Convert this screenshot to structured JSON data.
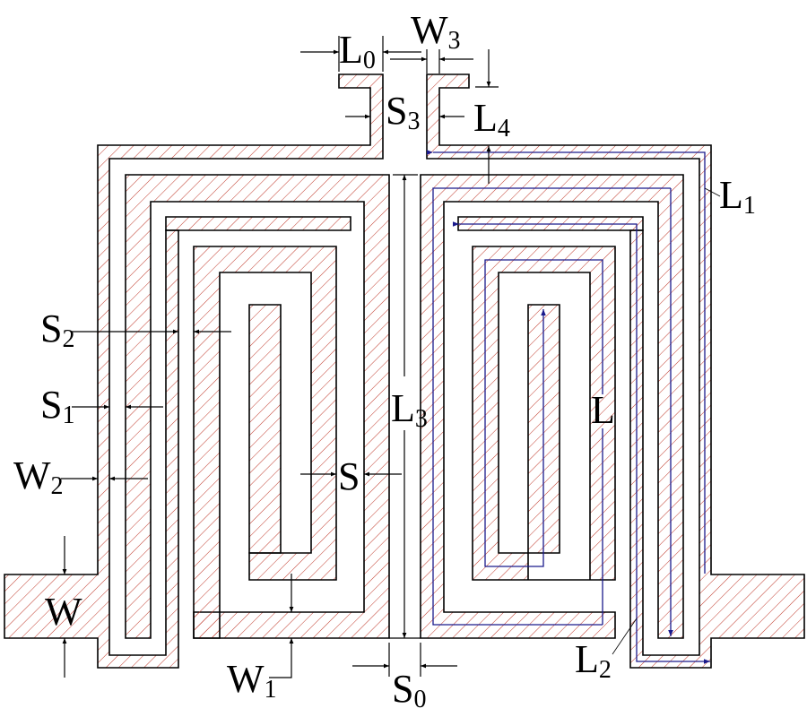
{
  "diagram": {
    "type": "interdigital spiral resonator layout",
    "colors": {
      "metal_hatch": "#c0392b",
      "outline": "#000000",
      "current_path": "#1a1a8c",
      "background": "#ffffff"
    },
    "labels": [
      {
        "id": "L0",
        "main": "L",
        "sub": "0"
      },
      {
        "id": "W3",
        "main": "W",
        "sub": "3"
      },
      {
        "id": "S3",
        "main": "S",
        "sub": "3"
      },
      {
        "id": "L4",
        "main": "L",
        "sub": "4"
      },
      {
        "id": "L1",
        "main": "L",
        "sub": "1"
      },
      {
        "id": "S2",
        "main": "S",
        "sub": "2"
      },
      {
        "id": "S1",
        "main": "S",
        "sub": "1"
      },
      {
        "id": "W2",
        "main": "W",
        "sub": "2"
      },
      {
        "id": "S",
        "main": "S",
        "sub": ""
      },
      {
        "id": "L3",
        "main": "L",
        "sub": "3"
      },
      {
        "id": "L",
        "main": "L",
        "sub": ""
      },
      {
        "id": "W",
        "main": "W",
        "sub": ""
      },
      {
        "id": "W1",
        "main": "W",
        "sub": "1"
      },
      {
        "id": "S0",
        "main": "S",
        "sub": "0"
      },
      {
        "id": "L2",
        "main": "L",
        "sub": "2"
      }
    ]
  }
}
